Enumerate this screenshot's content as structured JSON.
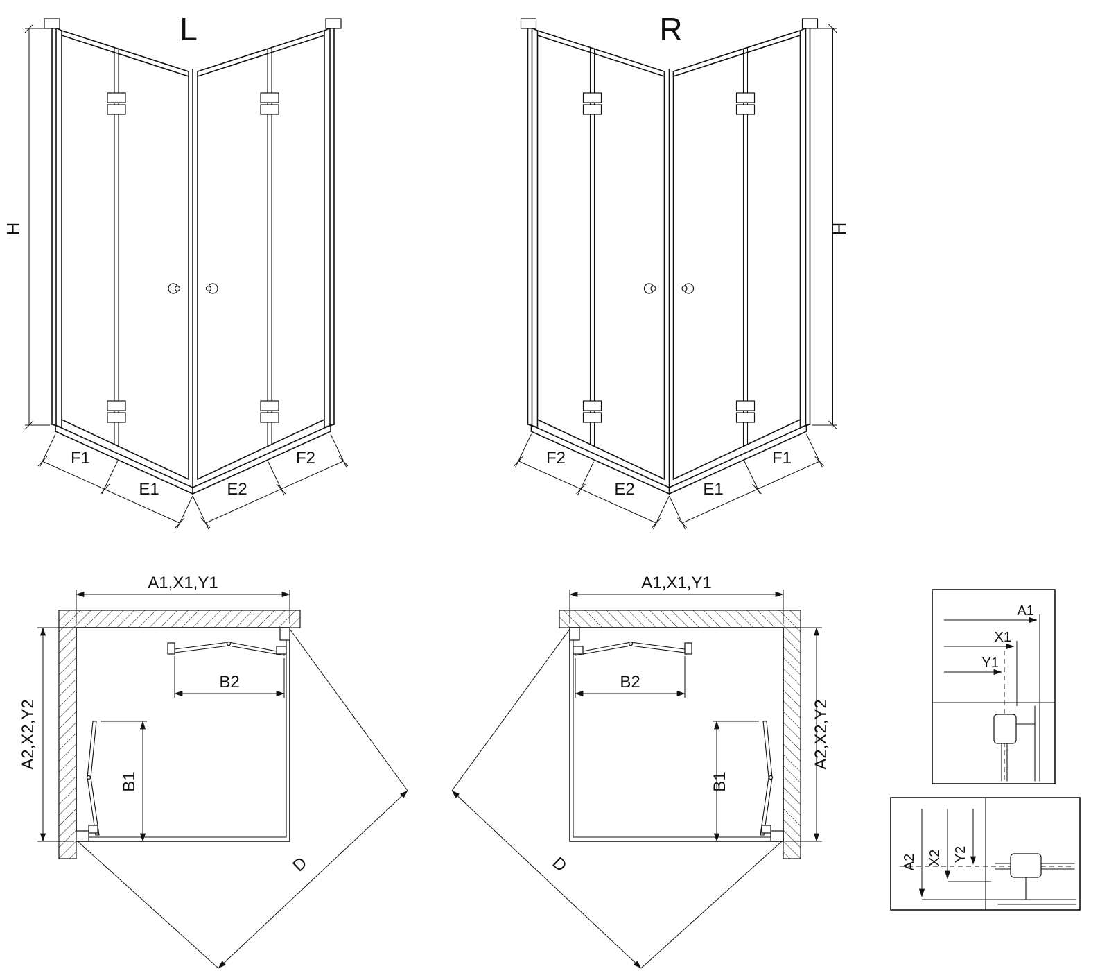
{
  "perspective_left": {
    "title": "L",
    "height_dim": "H",
    "bottom_dims": [
      "F1",
      "E1",
      "E2",
      "F2"
    ]
  },
  "perspective_right": {
    "title": "R",
    "height_dim": "H",
    "bottom_dims": [
      "F2",
      "E2",
      "E1",
      "F1"
    ]
  },
  "plan_left": {
    "width_dim": "A1,X1,Y1",
    "depth_dim": "A2,X2,Y2",
    "door_dim_top": "B2",
    "door_dim_side": "B1",
    "diagonal_dim": "D"
  },
  "plan_right": {
    "width_dim": "A1,X1,Y1",
    "depth_dim": "A2,X2,Y2",
    "door_dim_top": "B2",
    "door_dim_side": "B1",
    "diagonal_dim": "D"
  },
  "detail_width": {
    "a1": "A1",
    "x1": "X1",
    "y1": "Y1"
  },
  "detail_depth": {
    "a2": "A2",
    "x2": "X2",
    "y2": "Y2"
  },
  "colors": {
    "line": "#111111",
    "background": "#ffffff"
  }
}
